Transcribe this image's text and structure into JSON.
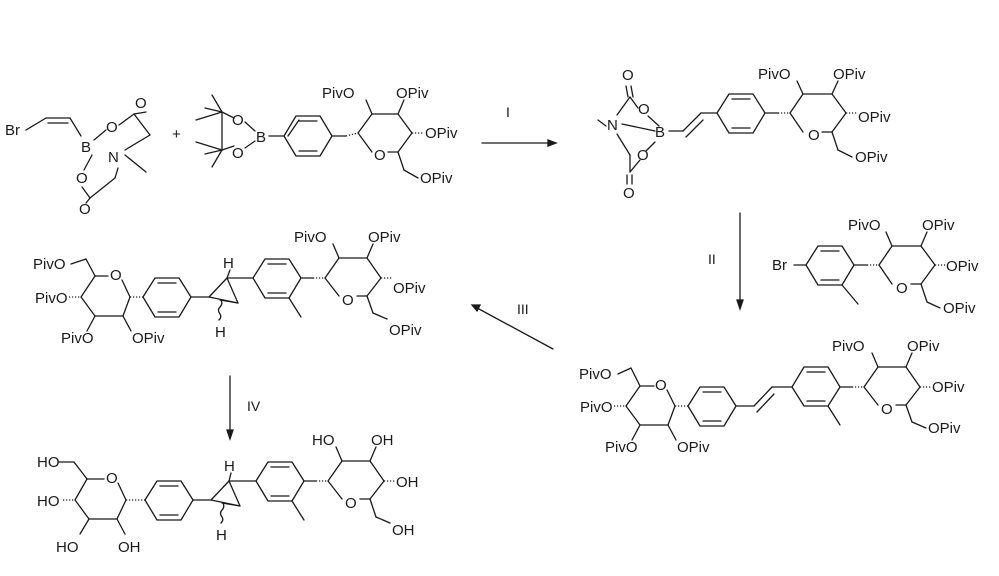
{
  "steps": [
    "I",
    "II",
    "III",
    "IV"
  ],
  "compound1": {
    "br": "Br",
    "b": "B",
    "o_upper": "O",
    "o_lower": "O",
    "carbonyl_o_upper": "O",
    "carbonyl_o_lower": "O",
    "n": "N"
  },
  "compound2": {
    "plus": "+",
    "pin_b": "B",
    "pin_o_upper": "O",
    "pin_o_lower": "O",
    "ring_o": "O",
    "sub_top_left": "PivO",
    "sub_top_right": "OPiv",
    "sub_right": "OPiv",
    "sub_ch2": "OPiv"
  },
  "compound3": {
    "o_top": "O",
    "o_bottom": "O",
    "n": "N",
    "b": "B",
    "o_b_upper": "O",
    "o_b_lower": "O",
    "ring_o": "O",
    "sub_top_left": "PivO",
    "sub_top_right": "OPiv",
    "sub_right": "OPiv",
    "sub_ch2": "OPiv"
  },
  "reagent_ii": {
    "br": "Br",
    "ring_o": "O",
    "sub_top_left": "PivO",
    "sub_top_right": "OPiv",
    "sub_right": "OPiv",
    "sub_ch2": "OPiv"
  },
  "compound4": {
    "left_ch2": "PivO",
    "left_c4": "PivO",
    "left_c3": "PivO",
    "left_c2": "OPiv",
    "left_ring_o": "O",
    "right_ring_o": "O",
    "sub_top_left": "PivO",
    "sub_top_right": "OPiv",
    "sub_right": "OPiv",
    "sub_ch2": "OPiv"
  },
  "compound5": {
    "left_ch2": "PivO",
    "left_c4": "PivO",
    "left_c3": "PivO",
    "left_c2": "OPiv",
    "left_ring_o": "O",
    "h_top": "H",
    "h_bottom": "H",
    "right_ring_o": "O",
    "sub_top_left": "PivO",
    "sub_top_right": "OPiv",
    "sub_right": "OPiv",
    "sub_ch2": "OPiv"
  },
  "compound6": {
    "left_ch2": "HO",
    "left_c4": "HO",
    "left_c3": "HO",
    "left_c2": "OH",
    "left_ring_o": "O",
    "h_top": "H",
    "h_bottom": "H",
    "right_ring_o": "O",
    "sub_top_left": "HO",
    "sub_top_right": "OH",
    "sub_right": "OH",
    "sub_ch2": "OH"
  }
}
